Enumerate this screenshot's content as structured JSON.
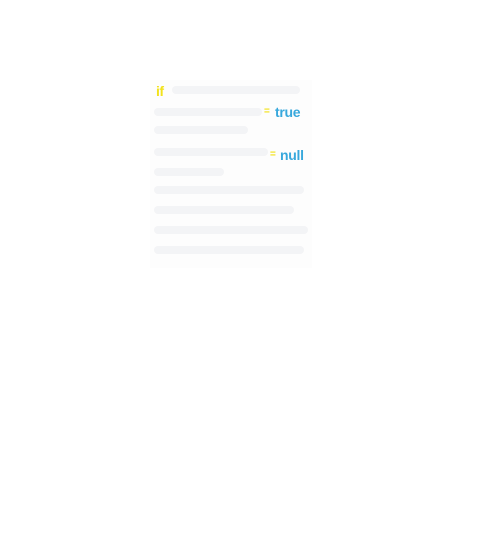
{
  "code": {
    "keyword_if": "if",
    "assign_true": {
      "operator": "=",
      "value": "true"
    },
    "assign_null": {
      "operator": "=",
      "value": "null"
    }
  },
  "colors": {
    "keyword": "#f2e21c",
    "operator": "#f2e21c",
    "literal": "#38a8dc",
    "background": "#ffffff",
    "faded_code": "#f3f4f6"
  }
}
